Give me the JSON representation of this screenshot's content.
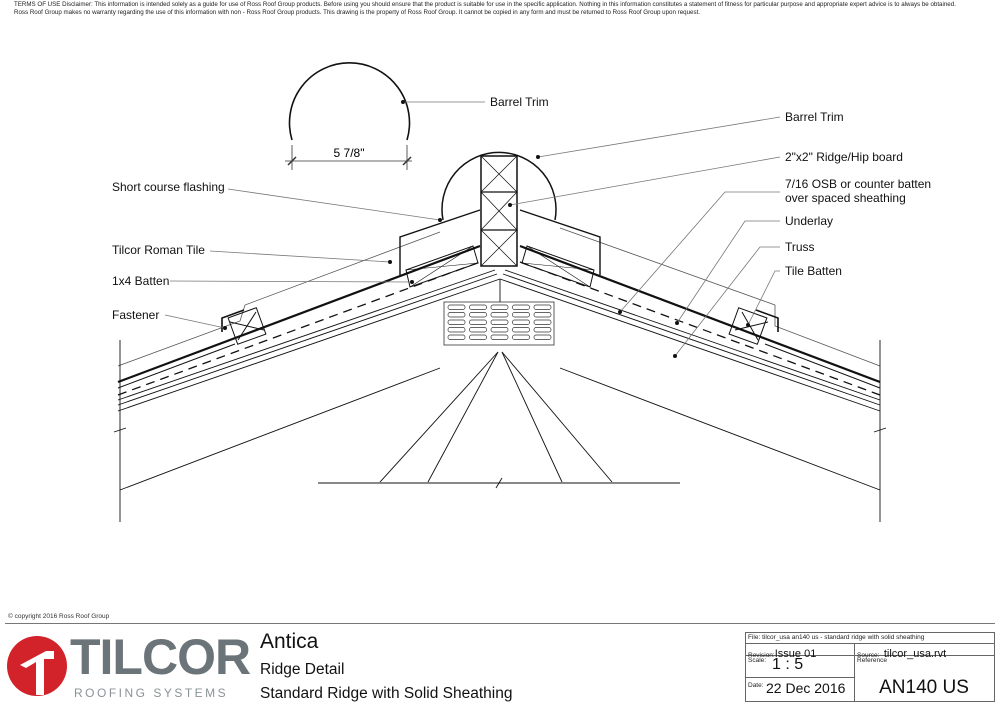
{
  "disclaimer": {
    "line1": "TERMS OF USE Disclaimer: This information is intended solely as a guide for use of Ross Roof Group products. Before using you should ensure that the product is suitable for use in the specific application. Nothing in this information constitutes a statement of fitness for particular purpose and appropriate expert advice is to always be obtained.",
    "line2": "Ross Roof Group makes no warranty regarding the use of this information with non - Ross Roof Group products. This drawing is the property of Ross Roof Group. It cannot be copied in any form and must be returned to Ross Roof Group upon request."
  },
  "drawing": {
    "dimension": "5 7/8\"",
    "labels": {
      "barrel_trim_detail": "Barrel Trim",
      "barrel_trim": "Barrel Trim",
      "ridge_board": "2\"x2\" Ridge/Hip board",
      "osb_line1": "7/16 OSB or counter batten",
      "osb_line2": "over spaced sheathing",
      "underlay": "Underlay",
      "truss": "Truss",
      "tile_batten": "Tile Batten",
      "short_course_flashing": "Short course flashing",
      "roman_tile": "Tilcor Roman Tile",
      "batten_1x4": "1x4 Batten",
      "fastener": "Fastener"
    }
  },
  "footer": {
    "copyright": "© copyright 2016 Ross Roof Group",
    "logo": {
      "name": "TILCOR",
      "tagline": "ROOFING SYSTEMS",
      "brand_color": "#d2232a",
      "text_color": "#6b7479"
    },
    "title": "Antica",
    "subtitle": "Ridge Detail",
    "description": "Standard Ridge with Solid Sheathing",
    "title_block": {
      "file_label": "File:",
      "file_value": "tilcor_usa an140 us - standard ridge with solid sheathing",
      "revision_label": "Revision:",
      "revision_value": "Issue 01",
      "source_label": "Source:",
      "source_value": "tilcor_usa.rvt",
      "scale_label": "Scale:",
      "scale_value": "1 : 5",
      "reference_label": "Reference",
      "reference_value": "AN140 US",
      "date_label": "Date:",
      "date_value": "22 Dec 2016"
    }
  }
}
